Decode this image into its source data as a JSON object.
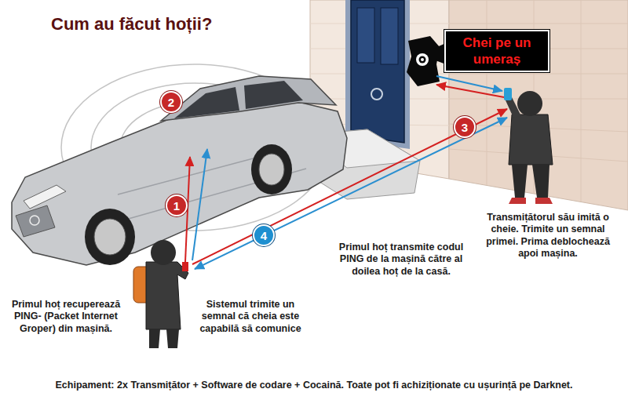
{
  "diagram": {
    "title": "Cum au făcut hoții?",
    "caption": "Echipament: 2x Transmițător + Software de codare + Cocaină. Toate pot fi achiziționate cu ușurință pe Darknet.",
    "nodes": [
      {
        "text": [
          "Chei pe un umeraș"
        ]
      },
      {
        "text": [
          "2"
        ]
      },
      {
        "text": [
          "3"
        ]
      },
      {
        "text": [
          "1"
        ]
      },
      {
        "text": [
          "4"
        ]
      }
    ],
    "labels": [
      "Transmițătorul său imită o cheie. Trimite un semnal primei. Prima deblochează apoi mașina.",
      "Primul hoț transmite codul PING de la mașină către al doilea hoț de la casă.",
      "Primul hoț recuperează PING- (Packet Internet Groper) din mașină.",
      "Sistemul trimite un semnal că cheia este capabilă să comunice"
    ]
  }
}
